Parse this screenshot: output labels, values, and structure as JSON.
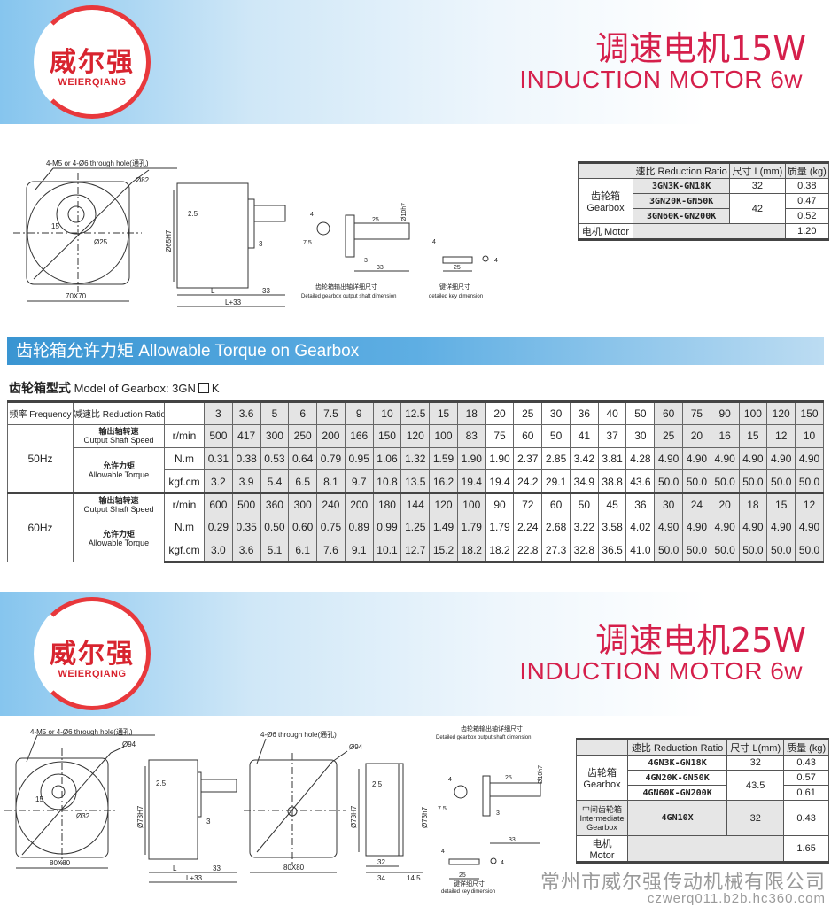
{
  "brand": {
    "logo_cn": "威尔强",
    "logo_en": "WEIERQIANG"
  },
  "colors": {
    "brand_red": "#d51f4b",
    "torque_bar": "#3a95d2"
  },
  "section1": {
    "title": "调速电机15W",
    "subtitle": "INDUCTION MOTOR 6w",
    "drawing": {
      "hole_note": "4-M5 or 4-Ø6 through hole(通孔)",
      "dia_outer": "Ø82",
      "offset": "15",
      "dia_boss": "Ø25",
      "size": "70X70",
      "dia_spigot": "Ø65H7",
      "d_2_5": "2.5",
      "d_3": "3",
      "d_L": "L",
      "d_33": "33",
      "d_L33": "L+33",
      "shaft_4": "4",
      "shaft_7_5": "7.5",
      "shaft_25": "25",
      "shaft_dia": "Ø10h7",
      "shaft_3": "3",
      "shaft_33": "33",
      "shaft_caption_cn": "齿轮箱输出轴详细尺寸",
      "shaft_caption_en": "Detailed gearbox output shaft dimension",
      "key_4": "4",
      "key_25": "25",
      "key_4b": "4",
      "key_caption_cn": "键详细尺寸",
      "key_caption_en": "detailed key dimension"
    },
    "spec": {
      "h_ratio": "速比 Reduction Ratio",
      "h_size": "尺寸 L(mm)",
      "h_mass": "质量 (kg)",
      "gearbox_cn": "齿轮箱",
      "gearbox_en": "Gearbox",
      "rows": [
        {
          "model": "3GN3K-GN18K",
          "size": "32",
          "mass": "0.38"
        },
        {
          "model": "3GN20K-GN50K",
          "size": "42",
          "mass": "0.47"
        },
        {
          "model": "3GN60K-GN200K",
          "mass": "0.52"
        }
      ],
      "motor_label": "电机 Motor",
      "motor_mass": "1.20"
    }
  },
  "torque": {
    "bar_title": "齿轮箱允许力矩 Allowable Torque on Gearbox",
    "model_cn": "齿轮箱型式",
    "model_en": "Model of Gearbox: 3GN",
    "model_suffix": "K",
    "h_freq": "频率 Frequency",
    "h_ratio": "减速比 Reduction Ratio",
    "ratios": [
      "3",
      "3.6",
      "5",
      "6",
      "7.5",
      "9",
      "10",
      "12.5",
      "15",
      "18",
      "20",
      "25",
      "30",
      "36",
      "40",
      "50",
      "60",
      "75",
      "90",
      "100",
      "120",
      "150"
    ],
    "speed_cn": "输出轴转速",
    "speed_en": "Output Shaft Speed",
    "torque_cn": "允许力矩",
    "torque_en": "Allowable Torque",
    "groups": [
      {
        "freq": "50Hz",
        "rows": [
          {
            "unit": "r/min",
            "values": [
              "500",
              "417",
              "300",
              "250",
              "200",
              "166",
              "150",
              "120",
              "100",
              "83",
              "75",
              "60",
              "50",
              "41",
              "37",
              "30",
              "25",
              "20",
              "16",
              "15",
              "12",
              "10"
            ]
          },
          {
            "unit": "N.m",
            "values": [
              "0.31",
              "0.38",
              "0.53",
              "0.64",
              "0.79",
              "0.95",
              "1.06",
              "1.32",
              "1.59",
              "1.90",
              "1.90",
              "2.37",
              "2.85",
              "3.42",
              "3.81",
              "4.28",
              "4.90",
              "4.90",
              "4.90",
              "4.90",
              "4.90",
              "4.90"
            ]
          },
          {
            "unit": "kgf.cm",
            "values": [
              "3.2",
              "3.9",
              "5.4",
              "6.5",
              "8.1",
              "9.7",
              "10.8",
              "13.5",
              "16.2",
              "19.4",
              "19.4",
              "24.2",
              "29.1",
              "34.9",
              "38.8",
              "43.6",
              "50.0",
              "50.0",
              "50.0",
              "50.0",
              "50.0",
              "50.0"
            ]
          }
        ]
      },
      {
        "freq": "60Hz",
        "rows": [
          {
            "unit": "r/min",
            "values": [
              "600",
              "500",
              "360",
              "300",
              "240",
              "200",
              "180",
              "144",
              "120",
              "100",
              "90",
              "72",
              "60",
              "50",
              "45",
              "36",
              "30",
              "24",
              "20",
              "18",
              "15",
              "12"
            ]
          },
          {
            "unit": "N.m",
            "values": [
              "0.29",
              "0.35",
              "0.50",
              "0.60",
              "0.75",
              "0.89",
              "0.99",
              "1.25",
              "1.49",
              "1.79",
              "1.79",
              "2.24",
              "2.68",
              "3.22",
              "3.58",
              "4.02",
              "4.90",
              "4.90",
              "4.90",
              "4.90",
              "4.90",
              "4.90"
            ]
          },
          {
            "unit": "kgf.cm",
            "values": [
              "3.0",
              "3.6",
              "5.1",
              "6.1",
              "7.6",
              "9.1",
              "10.1",
              "12.7",
              "15.2",
              "18.2",
              "18.2",
              "22.8",
              "27.3",
              "32.8",
              "36.5",
              "41.0",
              "50.0",
              "50.0",
              "50.0",
              "50.0",
              "50.0",
              "50.0"
            ]
          }
        ]
      }
    ]
  },
  "section2": {
    "title": "调速电机25W",
    "subtitle": "INDUCTION MOTOR 6w",
    "drawing": {
      "hole_note": "4-M5 or 4-Ø6 through hole(通孔)",
      "dia_outer": "Ø94",
      "offset": "15",
      "dia_boss": "Ø32",
      "size": "80X80",
      "dia_spigot": "Ø73H7",
      "d_2_5": "2.5",
      "d_3": "3",
      "d_L": "L",
      "d_33": "33",
      "d_L33": "L+33",
      "mid_hole_note": "4-Ø6 through hole(通孔)",
      "mid_dia": "Ø94",
      "mid_size": "80X80",
      "ig_spigot": "Ø73H7",
      "ig_2_5": "2.5",
      "ig_dia2": "Ø73h7",
      "ig_32": "32",
      "ig_34": "34",
      "ig_14_5": "14.5",
      "shaft_caption_cn": "齿轮箱输出轴详细尺寸",
      "shaft_caption_en": "Detailed gearbox output shaft dimension",
      "shaft_4": "4",
      "shaft_7_5": "7.5",
      "shaft_25": "25",
      "shaft_dia": "Ø10h7",
      "shaft_3": "3",
      "shaft_33": "33",
      "key_4": "4",
      "key_25": "25",
      "key_4b": "4",
      "key_caption_cn": "键详细尺寸",
      "key_caption_en": "detailed key dimension"
    },
    "spec": {
      "h_ratio": "速比 Reduction Ratio",
      "h_size": "尺寸 L(mm)",
      "h_mass": "质量 (kg)",
      "gearbox_cn": "齿轮箱",
      "gearbox_en": "Gearbox",
      "rows": [
        {
          "model": "4GN3K-GN18K",
          "size": "32",
          "mass": "0.43"
        },
        {
          "model": "4GN20K-GN50K",
          "size": "43.5",
          "mass": "0.57"
        },
        {
          "model": "4GN60K-GN200K",
          "mass": "0.61"
        }
      ],
      "inter_cn": "中间齿轮箱",
      "inter_en1": "Intermediate",
      "inter_en2": "Gearbox",
      "inter_model": "4GN10X",
      "inter_size": "32",
      "inter_mass": "0.43",
      "motor_label": "电机 Motor",
      "motor_mass": "1.65"
    }
  },
  "watermark": {
    "company": "常州市威尔强传动机械有限公司",
    "site": "czwerq011.b2b.hc360.com"
  }
}
